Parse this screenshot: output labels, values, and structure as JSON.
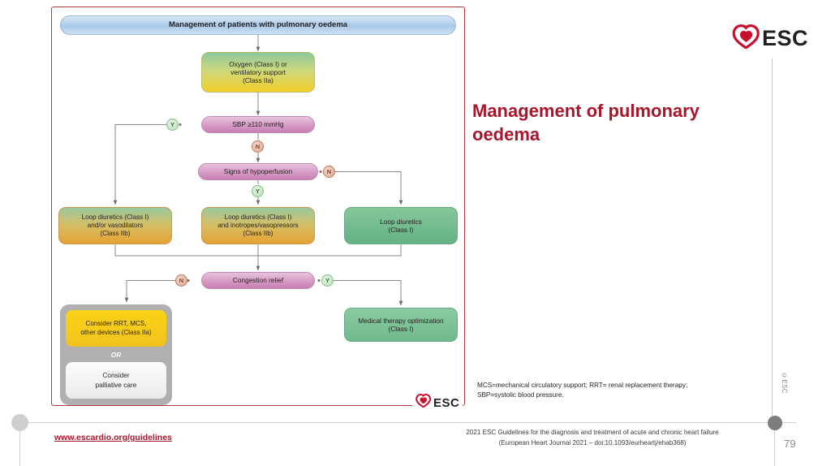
{
  "slide": {
    "heading": "Management of pulmonary oedema",
    "page_number": "79",
    "accent_color": "#a8162c",
    "panel_border_color": "#b03a3a"
  },
  "brand": {
    "name": "ESC",
    "heart_color": "#c8102e",
    "wordmark_color": "#231f20",
    "copyright": "©ESC"
  },
  "flowchart": {
    "title": "Management of patients with pulmonary oedema",
    "nodes": {
      "oxygen": {
        "line1": "Oxygen (Class I) or",
        "line2": "ventilatory support",
        "line3": "(Class IIa)"
      },
      "sbp": "SBP ≥110 mmHg",
      "hypoperfusion": "Signs of hypoperfusion",
      "loop_vasodilators": {
        "line1": "Loop diuretics (Class I)",
        "line2": "and/or vasodilators",
        "line3": "(Class IIb)"
      },
      "loop_inotropes": {
        "line1": "Loop diuretics (Class I)",
        "line2": "and inotropes/vasopressors",
        "line3": "(Class IIb)"
      },
      "loop_only": {
        "line1": "Loop diuretics",
        "line2": "(Class I)"
      },
      "congestion": "Congestion relief",
      "rrt_mcs": {
        "line1": "Consider RRT, MCS,",
        "line2": "other devices (Class IIa)"
      },
      "or_label": "OR",
      "palliative": {
        "line1": "Consider",
        "line2": "palliative care"
      },
      "medical_therapy": {
        "line1": "Medical therapy optimization",
        "line2": "(Class I)"
      }
    },
    "badges": {
      "sbp_yes": "Y",
      "sbp_no": "N",
      "hypo_no": "N",
      "hypo_yes": "Y",
      "congestion_no": "N",
      "congestion_yes": "Y"
    }
  },
  "footnote": {
    "line1": "MCS=mechanical circulatory support; RRT= renal replacement therapy;",
    "line2": "SBP=systolic blood pressure."
  },
  "footer": {
    "url": "www.escardio.org/guidelines",
    "citation_line1": "2021 ESC Guidelines for the diagnosis and treatment of acute and chronic heart failure",
    "citation_line2": "(European Heart Journal 2021 – doi:10.1093/eurheartj/ehab368)"
  }
}
